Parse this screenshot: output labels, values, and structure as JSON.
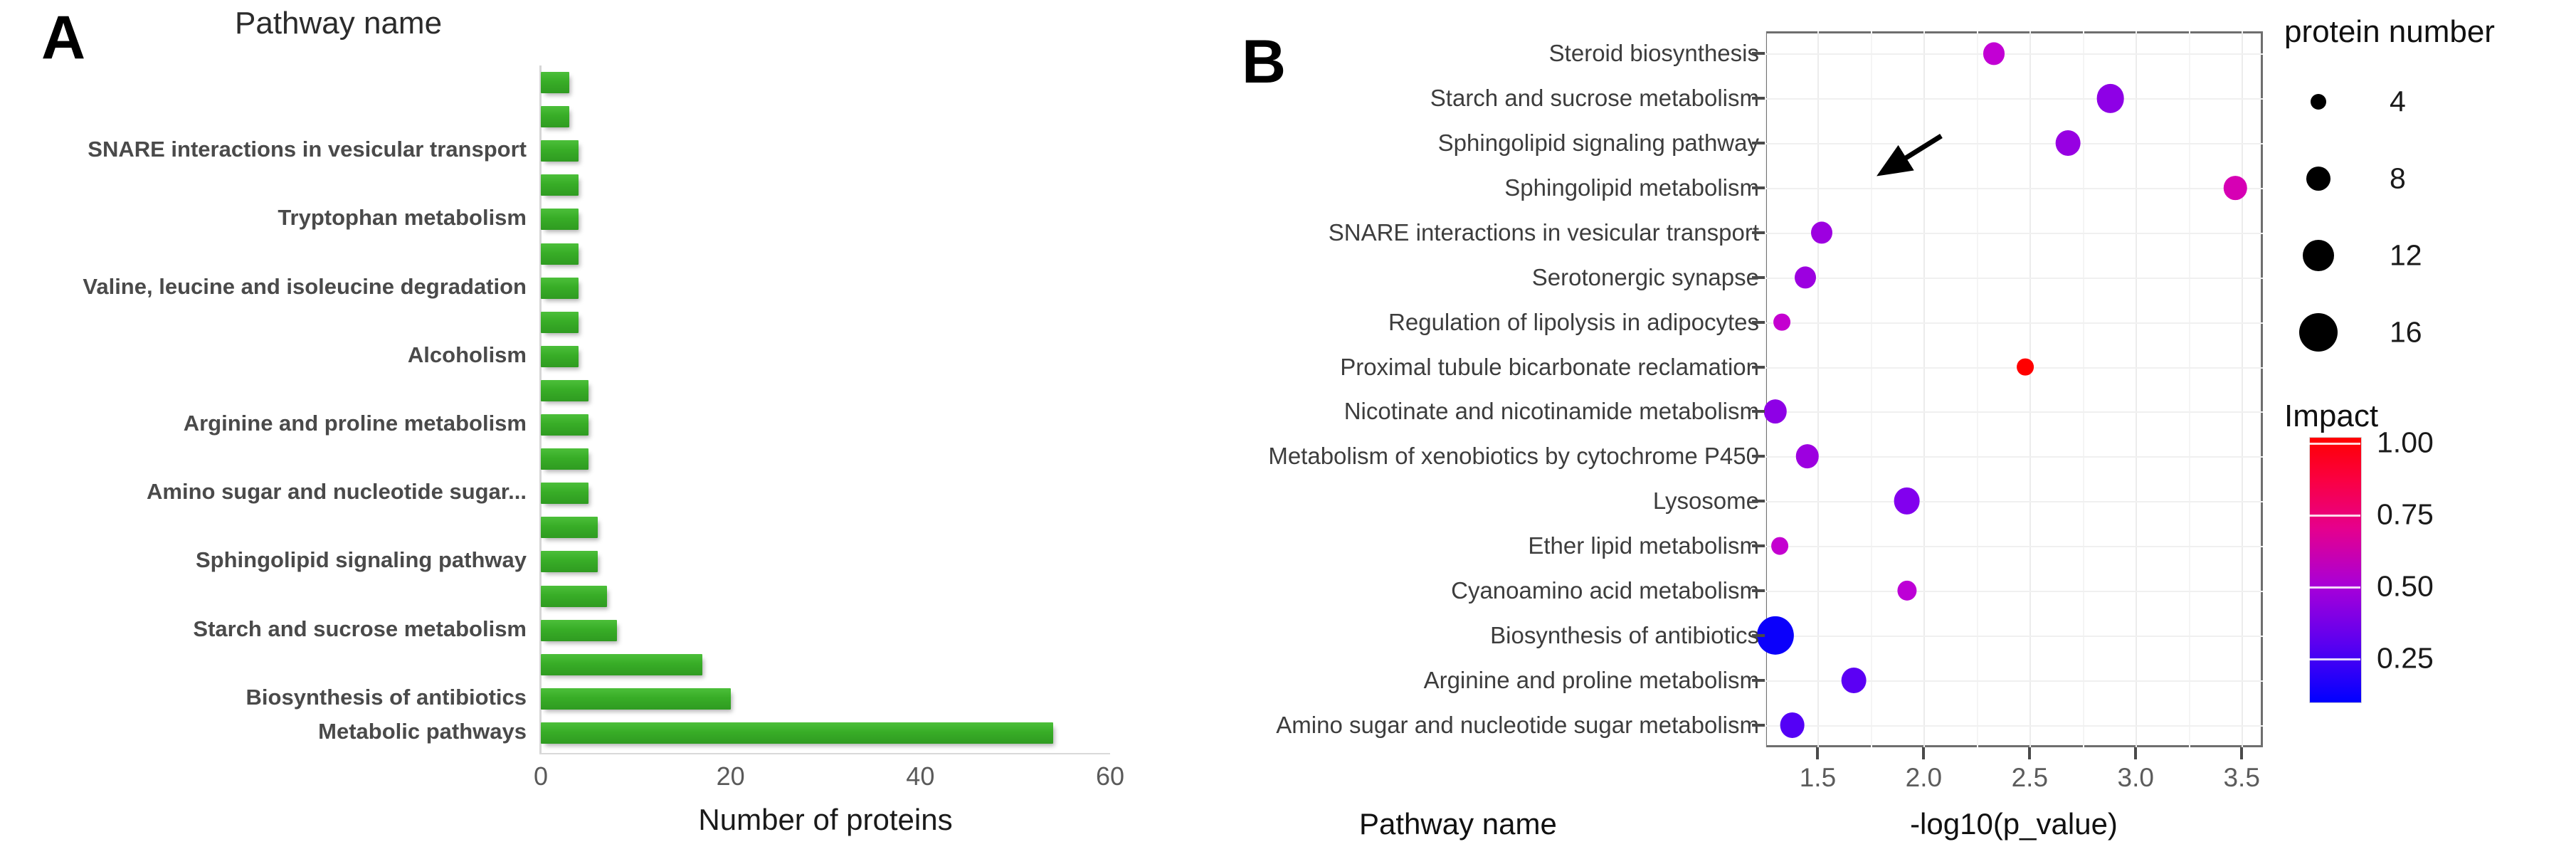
{
  "figure": {
    "panels": [
      {
        "letter": "A"
      },
      {
        "letter": "B"
      }
    ]
  },
  "panelA": {
    "letter": "A",
    "title": "Pathway name",
    "xlabel": "Number of proteins",
    "xticks": [
      "0",
      "20",
      "40",
      "60"
    ],
    "visible_labels": [
      "SNARE interactions in vesicular transport",
      "Tryptophan metabolism",
      "Valine, leucine and isoleucine degradation",
      "Alcoholism",
      "Arginine and proline metabolism",
      "Amino sugar and nucleotide sugar...",
      "Sphingolipid signaling pathway",
      "Starch and sucrose metabolism",
      "Biosynthesis of antibiotics",
      "Metabolic pathways"
    ],
    "bar_color": "#38ad27"
  },
  "panelB": {
    "letter": "B",
    "xlabel": "-log10(p_value)",
    "pathway_axis_label": "Pathway name",
    "xticks": [
      "1.5",
      "2.0",
      "2.5",
      "3.0",
      "3.5"
    ],
    "annotation": "arrow pointing to Proximal tubule bicarbonate reclamation"
  },
  "legend_size": {
    "title": "protein number",
    "items": [
      {
        "label": "4",
        "size": 22
      },
      {
        "label": "8",
        "size": 34
      },
      {
        "label": "12",
        "size": 44
      },
      {
        "label": "16",
        "size": 54
      }
    ]
  },
  "legend_color": {
    "title": "Impact",
    "ticks": [
      "1.00",
      "0.75",
      "0.50",
      "0.25"
    ],
    "low_color": "#0000ff",
    "high_color": "#ff0000"
  },
  "chart_data": [
    {
      "panel": "A",
      "type": "bar",
      "orientation": "horizontal",
      "title": "Pathway name",
      "xlabel": "Number of proteins",
      "ylabel": "",
      "xlim": [
        0,
        60
      ],
      "xticks": [
        0,
        20,
        40,
        60
      ],
      "grid": false,
      "color": "#38ad27",
      "categories": [
        "SNARE interactions in vesicular transport",
        "Tryptophan metabolism",
        "Valine, leucine and isoleucine degradation",
        "Alcoholism",
        "Arginine and proline metabolism",
        "Amino sugar and nucleotide sugar...",
        "Sphingolipid signaling pathway",
        "Starch and sucrose metabolism",
        "Biosynthesis of antibiotics",
        "Metabolic pathways"
      ],
      "bars": [
        {
          "value": 3
        },
        {
          "value": 3
        },
        {
          "value": 4,
          "label": "SNARE interactions in vesicular transport"
        },
        {
          "value": 4
        },
        {
          "value": 4,
          "label": "Tryptophan metabolism"
        },
        {
          "value": 4
        },
        {
          "value": 4,
          "label": "Valine, leucine and isoleucine degradation"
        },
        {
          "value": 4
        },
        {
          "value": 4,
          "label": "Alcoholism"
        },
        {
          "value": 5
        },
        {
          "value": 5,
          "label": "Arginine and proline metabolism"
        },
        {
          "value": 5
        },
        {
          "value": 5,
          "label": "Amino sugar and nucleotide sugar..."
        },
        {
          "value": 6
        },
        {
          "value": 6,
          "label": "Sphingolipid signaling pathway"
        },
        {
          "value": 7
        },
        {
          "value": 8,
          "label": "Starch and sucrose metabolism"
        },
        {
          "value": 17
        },
        {
          "value": 20,
          "label": "Biosynthesis of antibiotics"
        },
        {
          "value": 54,
          "label": "Metabolic pathways"
        }
      ],
      "values": [
        3,
        3,
        4,
        4,
        4,
        4,
        4,
        4,
        4,
        5,
        5,
        5,
        5,
        6,
        6,
        7,
        8,
        17,
        20,
        54
      ]
    },
    {
      "panel": "B",
      "type": "scatter",
      "subtype": "bubble",
      "title": "",
      "xlabel": "-log10(p_value)",
      "ylabel": "Pathway name",
      "xlim": [
        1.25,
        3.6
      ],
      "xticks": [
        1.5,
        2.0,
        2.5,
        3.0,
        3.5
      ],
      "grid": true,
      "size_legend": {
        "title": "protein number",
        "values": [
          4,
          8,
          12,
          16
        ]
      },
      "color_legend": {
        "title": "Impact",
        "ticks": [
          0.25,
          0.5,
          0.75,
          1.0
        ],
        "low": "#0000ff",
        "high": "#ff0000"
      },
      "categories": [
        "Steroid biosynthesis",
        "Starch and sucrose metabolism",
        "Sphingolipid signaling pathway",
        "Sphingolipid metabolism",
        "SNARE interactions in vesicular transport",
        "Serotonergic synapse",
        "Regulation of lipolysis in adipocytes",
        "Proximal tubule bicarbonate reclamation",
        "Nicotinate and nicotinamide metabolism",
        "Metabolism of xenobiotics by cytochrome P450",
        "Lysosome",
        "Ether lipid metabolism",
        "Cyanoamino acid metabolism",
        "Biosynthesis of antibiotics",
        "Arginine and proline metabolism",
        "Amino sugar and nucleotide sugar metabolism"
      ],
      "points": [
        {
          "pathway": "Steroid biosynthesis",
          "x": 2.33,
          "protein_number": 4,
          "impact": 0.6,
          "color": "#c200d4"
        },
        {
          "pathway": "Starch and sucrose metabolism",
          "x": 2.88,
          "protein_number": 8,
          "impact": 0.47,
          "color": "#8e00e6"
        },
        {
          "pathway": "Sphingolipid signaling pathway",
          "x": 2.68,
          "protein_number": 6,
          "impact": 0.5,
          "color": "#9700e2"
        },
        {
          "pathway": "Sphingolipid metabolism",
          "x": 3.47,
          "protein_number": 5,
          "impact": 0.7,
          "color": "#d600b4"
        },
        {
          "pathway": "SNARE interactions in vesicular transport",
          "x": 1.52,
          "protein_number": 4,
          "impact": 0.52,
          "color": "#9d00e0"
        },
        {
          "pathway": "Serotonergic synapse",
          "x": 1.44,
          "protein_number": 4,
          "impact": 0.52,
          "color": "#9c00e0"
        },
        {
          "pathway": "Regulation of lipolysis in adipocytes",
          "x": 1.33,
          "protein_number": 2,
          "impact": 0.62,
          "color": "#c400d0"
        },
        {
          "pathway": "Proximal tubule bicarbonate reclamation",
          "x": 2.48,
          "protein_number": 2,
          "impact": 1.0,
          "color": "#ff0000"
        },
        {
          "pathway": "Nicotinate and nicotinamide metabolism",
          "x": 1.3,
          "protein_number": 5,
          "impact": 0.48,
          "color": "#8e00e6"
        },
        {
          "pathway": "Metabolism of xenobiotics by cytochrome P450",
          "x": 1.45,
          "protein_number": 5,
          "impact": 0.52,
          "color": "#9d00e0"
        },
        {
          "pathway": "Lysosome",
          "x": 1.92,
          "protein_number": 7,
          "impact": 0.45,
          "color": "#8200ee"
        },
        {
          "pathway": "Ether lipid metabolism",
          "x": 1.32,
          "protein_number": 2,
          "impact": 0.62,
          "color": "#c400d0"
        },
        {
          "pathway": "Cyanoamino acid metabolism",
          "x": 1.92,
          "protein_number": 3,
          "impact": 0.6,
          "color": "#bd00d6"
        },
        {
          "pathway": "Biosynthesis of antibiotics",
          "x": 1.3,
          "protein_number": 17,
          "impact": 0.05,
          "color": "#0b00fb"
        },
        {
          "pathway": "Arginine and proline metabolism",
          "x": 1.67,
          "protein_number": 6,
          "impact": 0.3,
          "color": "#5b00f4"
        },
        {
          "pathway": "Amino sugar and nucleotide sugar metabolism",
          "x": 1.38,
          "protein_number": 6,
          "impact": 0.28,
          "color": "#5400f6"
        }
      ]
    }
  ]
}
